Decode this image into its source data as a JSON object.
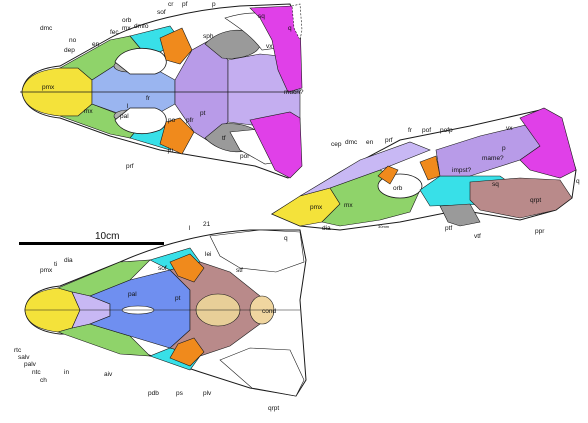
{
  "colors": {
    "yellow": "#f4e23a",
    "green": "#8fd36a",
    "cyan": "#38e0e8",
    "orange": "#f08a1c",
    "lavender": "#b89be8",
    "blue": "#6f8ff0",
    "magenta": "#e040e8",
    "rose": "#b98a8a",
    "grey": "#9a9a9a",
    "line": "#1a1a1a"
  },
  "dorsal_view": {
    "labels": [
      "dmc",
      "no",
      "dep",
      "en",
      "fec",
      "orb",
      "mx",
      "dmfo",
      "sof",
      "cr",
      "pf",
      "p",
      "sq",
      "sph",
      "vx",
      "q",
      "pmx",
      "mx",
      "l",
      "fr",
      "pal",
      "po",
      "pfr",
      "pt",
      "tf",
      "por",
      "much?",
      "ju",
      "prf"
    ]
  },
  "lateral_view": {
    "labels": [
      "cep",
      "dmc",
      "en",
      "fr",
      "pof",
      "pofp",
      "vx",
      "p",
      "mame?",
      "impst?",
      "sq",
      "q",
      "prf",
      "orb",
      "pmx",
      "mx",
      "ptf",
      "vtf",
      "qrpt",
      "ppr",
      "dia"
    ],
    "scale_note": "30mm"
  },
  "ventral_view": {
    "labels": [
      "l",
      "21",
      "pmx",
      "ti",
      "dia",
      "lei",
      "sof",
      "stf",
      "q",
      "pal",
      "pt",
      "cond",
      "rtc",
      "salv",
      "palv",
      "ntc",
      "ch",
      "in",
      "aiv",
      "pdb",
      "ps",
      "plv",
      "qrpt"
    ]
  },
  "scale_bar": {
    "label": "10cm"
  }
}
